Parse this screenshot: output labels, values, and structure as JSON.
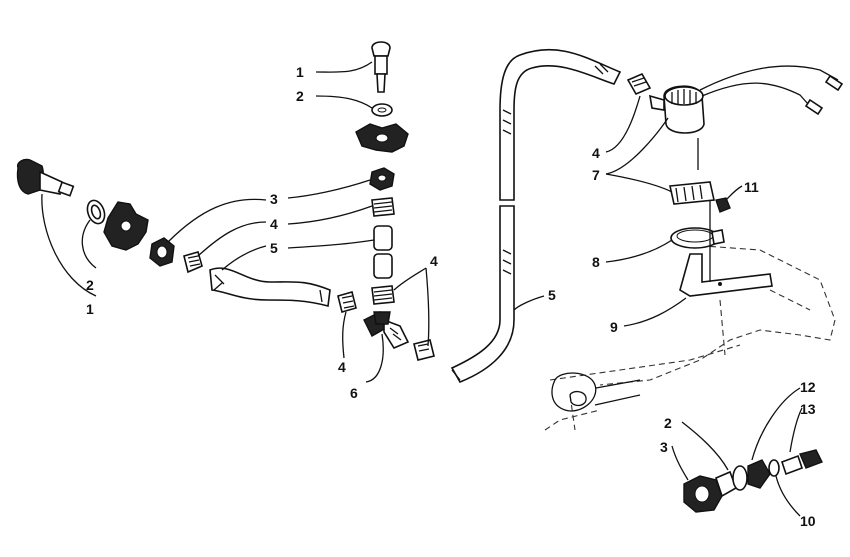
{
  "callouts": {
    "c1_top": "1",
    "c2_top": "2",
    "c3_top": "3",
    "c4_top": "4",
    "c5_mid": "5",
    "c4_right": "4",
    "c4_low": "4",
    "c6": "6",
    "c2_left": "2",
    "c1_left": "1",
    "c5_right": "5",
    "c4_pump": "4",
    "c7": "7",
    "c8": "8",
    "c9": "9",
    "c11": "11",
    "c2_br": "2",
    "c3_br": "3",
    "c12": "12",
    "c13": "13",
    "c10": "10"
  }
}
